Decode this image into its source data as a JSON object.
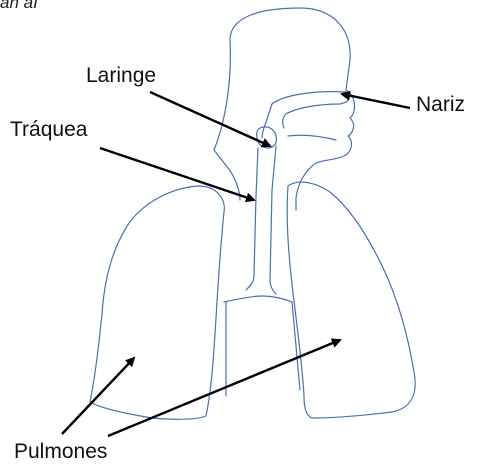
{
  "caption": "an aÍ",
  "labels": {
    "laringe": "Laringe",
    "traquea": "Tráquea",
    "nariz": "Nariz",
    "pulmones": "Pulmones"
  },
  "colors": {
    "outline": "#4a6fb5",
    "arrow": "#000000"
  }
}
